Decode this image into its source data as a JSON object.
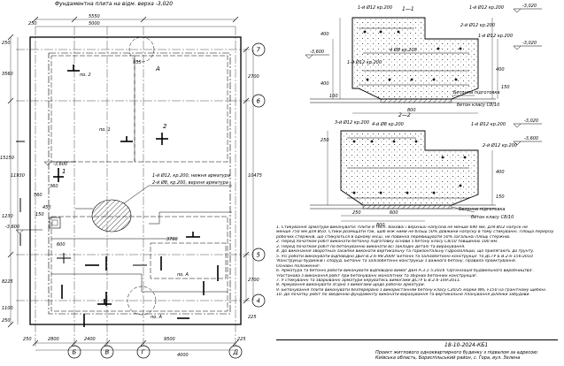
{
  "plan": {
    "title": "Фундаментна плита на відм. верха -3,020",
    "axes_v": [
      "7",
      "6",
      "5",
      "4"
    ],
    "axes_h": [
      "Б",
      "В",
      "Г",
      "Д"
    ],
    "dims_top": [
      "5550",
      "5000",
      "250"
    ],
    "dims_bottom": [
      "2800",
      "2400",
      "9500",
      "4000",
      "225",
      "250"
    ],
    "dims_left": [
      "250",
      "3560",
      "15150",
      "11930",
      "1230",
      "8225",
      "1100",
      "250"
    ],
    "dims_right": [
      "2700",
      "10475",
      "2700",
      "225"
    ],
    "levels": [
      "-3,600",
      "-3,600"
    ],
    "leader_1": "1-й Ø12, кр.200, нижня арматура",
    "leader_2": "2-й Ø8, кр.200, верхня арматура",
    "pos_labels": [
      "по. 1",
      "по. 2",
      "по. А",
      "по. А"
    ],
    "cut_labels": [
      "1",
      "2",
      "А"
    ],
    "dim_misc": [
      "935",
      "560",
      "360",
      "3760",
      "600",
      "450",
      "150"
    ]
  },
  "section_1": {
    "title": "1—1",
    "rebar": [
      "1-й Ø12 кр.200",
      "1-й Ø12 кр.200",
      "4 Ø8 кр.200",
      "1-й Ø12 кр.200",
      "2-й Ø12 кр.200",
      "1-й Ø12 кр.200"
    ],
    "levels": [
      "-3,020",
      "-3,600",
      "-3,020"
    ],
    "concrete_prep": "Бетонна підготовка",
    "concrete_class": "бетон класу C8/10",
    "dims": [
      "400",
      "400",
      "400",
      "800",
      "150",
      "100"
    ]
  },
  "section_2": {
    "title": "2—2",
    "rebar": [
      "3-й Ø12 кр.200",
      "4-й Ø8 кр.200",
      "1-й Ø12 кр.200",
      "2-й Ø12 кр.200"
    ],
    "levels": [
      "-3,020",
      "-3,600"
    ],
    "concrete_prep": "Бетонна підготовка",
    "concrete_class": "бетон класу C8/10",
    "dims": [
      "250",
      "250",
      "600",
      "800",
      "150",
      "400"
    ]
  },
  "notes": [
    "1. Стикування арматури виконувати: плити 8 тисп. бокової і верхньої напусків не менше 690 мм, для Ø12 напуск не",
    "   менше 750 мм для Ø10. Стики розміщати так, щоб між ними не більш 50% довжини напуску в тому стикуванні. Площа перерізу",
    "   робочих стержнів, що стикуються в одному місці, не повинна перевищувати 50% загальної площі стержнів.",
    "2. Перед початком робіт виконати бетонну підготовку основи з бетону класу C8/10 товщиною 100 мм.",
    "3. Перед початком робіт по бетонуванню виконати всі закладні деталі та вирахування.",
    "4. До виконання зворотньої засипки виконати вертикальну та горизонтальну гідроізоляцію, що прилягають до ґрунту.",
    "5. Усі роботи виконувати відповідно ДБН В.2.6-98:2009 'Бетонні та залізобетонні конструкції' та ДСТУ Б В.2.6-156:2010",
    "   'Конструкції будинків і споруд. Бетонні та залізобетонні конструкції з важкого бетону. Правила проектування.",
    "   Основні положення'.",
    "6. Арматура та бетонні роботи виконувати відповідно вимог ДБН А.3.1-5:2016 'Організація будівельного виробництва'.",
    "   'Настанова з виконання робіт при бетонуванні монолітних та збірних бетонних конструкцій'.",
    "7. У стикуванні та зварюванні арматури керуватись вимогами ДСТУ Б В.2.6-169:2011.",
    "8. Армування виконувати згідно з вимогами щодо робочої арматури.",
    "9. Бетонування плити виконувати безперервно з використанням бетону класу C20/25 марки W6, F150 на гранітному щебені.",
    "10. До початку робіт по зведенню фундаменту виконати вирахування та вертикальне планування ділянки забудови."
  ],
  "stamp": {
    "code": "18-10-2024-КБ1",
    "line_1": "Проект житлового одноквартирного будинку з підвалом за адресою:",
    "line_2": "Київська область, Бориспільський район, с. Гора, вул. Зелена"
  }
}
